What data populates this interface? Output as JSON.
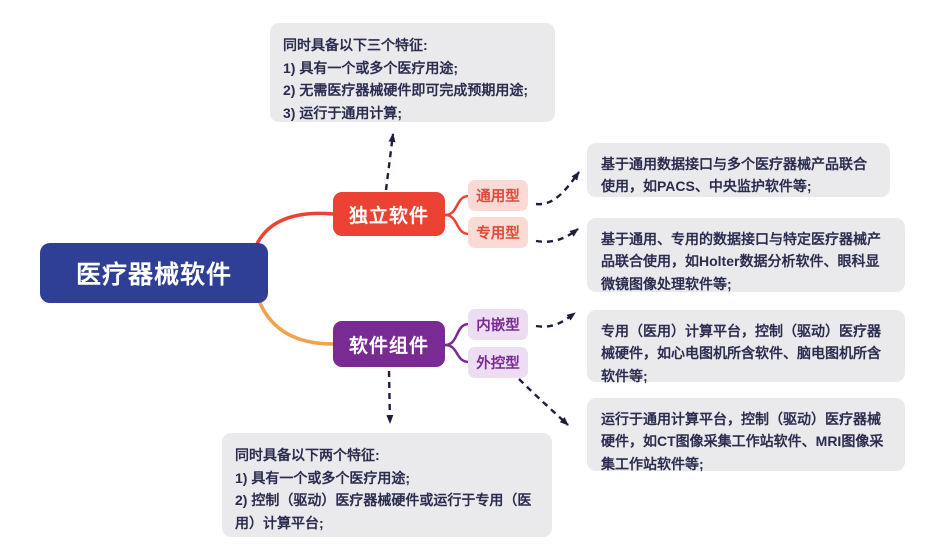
{
  "root": {
    "label": "医疗器械软件"
  },
  "branches": {
    "independent": {
      "label": "独立软件",
      "badges": [
        {
          "label": "通用型"
        },
        {
          "label": "专用型"
        }
      ]
    },
    "component": {
      "label": "软件组件",
      "badges": [
        {
          "label": "内嵌型"
        },
        {
          "label": "外控型"
        }
      ]
    }
  },
  "notes": {
    "top": {
      "lines": [
        "同时具备以下三个特征:",
        "1) 具有一个或多个医疗用途;",
        "2) 无需医疗器械硬件即可完成预期用途;",
        "3) 运行于通用计算;"
      ]
    },
    "bottom": {
      "lines": [
        "同时具备以下两个特征:",
        "1) 具有一个或多个医疗用途;",
        "2) 控制（驱动）医疗器械硬件或运行于专用（医用）计算平台;"
      ]
    }
  },
  "details": [
    {
      "text": "基于通用数据接口与多个医疗器械产品联合使用，如PACS、中央监护软件等;"
    },
    {
      "text": "基于通用、专用的数据接口与特定医疗器械产品联合使用，如Holter数据分析软件、眼科显微镜图像处理软件等;"
    },
    {
      "text": "专用（医用）计算平台，控制（驱动）医疗器械硬件，如心电图机所含软件、脑电图机所含软件等;"
    },
    {
      "text": "运行于通用计算平台，控制（驱动）医疗器械硬件，如CT图像采集工作站软件、MRI图像采集工作站软件等;"
    }
  ],
  "colors": {
    "root_bg": "#2f3f96",
    "independent_bg": "#ec4234",
    "component_bg": "#7a2b93",
    "badge_pink_bg": "#fadad4",
    "badge_pink_text": "#e04a3d",
    "badge_purple_bg": "#ecddf3",
    "badge_purple_text": "#7a2b93",
    "note_bg": "#eaeaec",
    "note_text": "#2b2b4f",
    "connector_red": "#ec4234",
    "connector_orange": "#f2a24e",
    "arrow": "#1e1e3c",
    "background": "#ffffff"
  }
}
